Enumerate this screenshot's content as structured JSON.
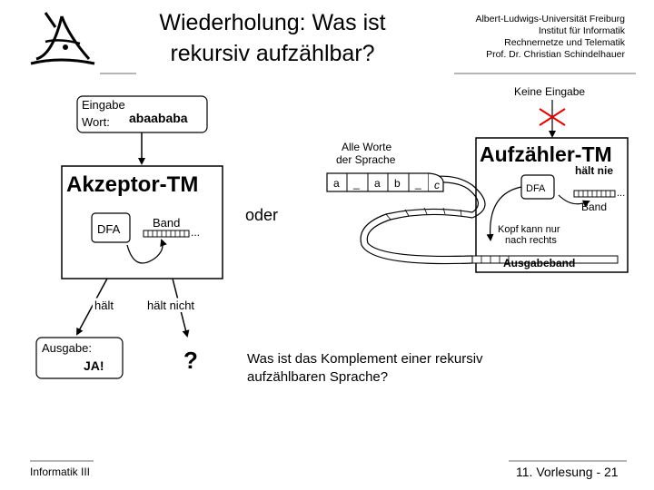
{
  "slide": {
    "title_line1": "Wiederholung: Was ist",
    "title_line2": "rekursiv aufzählbar?",
    "institution": [
      "Albert-Ludwigs-Universität Freiburg",
      "Institut für Informatik",
      "Rechnernetze und Telematik",
      "Prof. Dr. Christian Schindelhauer"
    ],
    "footer_left": "Informatik III",
    "footer_right": "11. Vorlesung - 21",
    "oder": "oder",
    "question_line1": "Was ist das Komplement einer rekursiv",
    "question_line2": "aufzählbaren Sprache?"
  },
  "left_diagram": {
    "input_label_1": "Eingabe",
    "input_label_2": "Wort:",
    "input_word": "abaababa",
    "tm_title": "Akzeptor-TM",
    "dfa": "DFA",
    "band": "Band",
    "dots": "...",
    "halts": "hält",
    "not_halts": "hält nicht",
    "output_label": "Ausgabe:",
    "output_value": "JA!",
    "question_mark": "?"
  },
  "right_diagram": {
    "no_input": "Keine Eingabe",
    "words_label_1": "Alle Worte",
    "words_label_2": "der Sprache",
    "tape_cells": [
      "a",
      "_",
      "a",
      "b",
      "_",
      "c"
    ],
    "tm_title": "Aufzähler-TM",
    "halts_never": "hält nie",
    "dfa": "DFA",
    "band": "Band",
    "dots": "...",
    "head_1": "Kopf kann nur",
    "head_2": "nach rechts",
    "output_tape": "Ausgabeband"
  }
}
